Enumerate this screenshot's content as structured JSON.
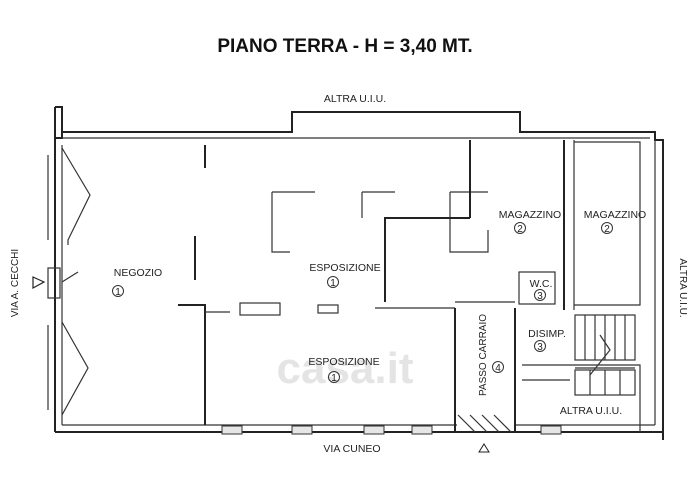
{
  "title": "PIANO TERRA - H = 3,40 MT.",
  "labels": {
    "altra_top": "ALTRA U.I.U.",
    "altra_right": "ALTRA U.I.U.",
    "altra_bottom": "ALTRA U.I.U.",
    "via_cecchi": "VIA A. CECCHI",
    "via_cuneo": "VIA CUNEO",
    "negozio": "NEGOZIO",
    "esposizione_upper": "ESPOSIZIONE",
    "esposizione_lower": "ESPOSIZIONE",
    "magazzino_left": "MAGAZZINO",
    "magazzino_right": "MAGAZZINO",
    "wc": "W.C.",
    "disimp": "DISIMP.",
    "passo_carraio": "PASSO CARRAIO",
    "watermark": "casa.it"
  },
  "numbers": {
    "negozio": "1",
    "esposizione_upper": "1",
    "esposizione_lower": "1",
    "magazzino_left": "2",
    "magazzino_right": "2",
    "wc": "3",
    "disimp": "3",
    "passo_carraio": "4"
  }
}
